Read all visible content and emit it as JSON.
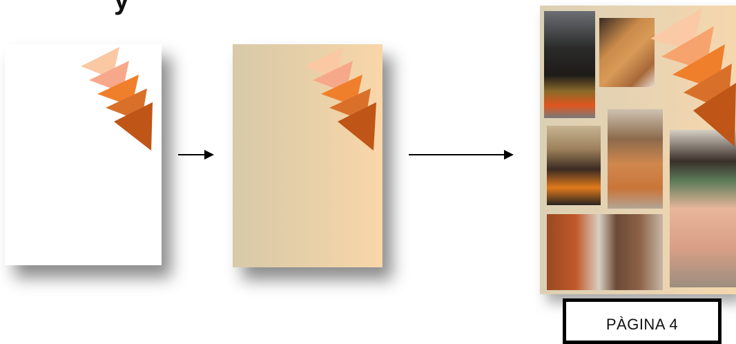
{
  "top_fragment_text": "y",
  "page_label": "PÀGINA 4",
  "colors": {
    "chevron_1": "#fbc8a4",
    "chevron_2": "#f7a06a",
    "chevron_3": "#f07f2c",
    "chevron_4": "#d9702a",
    "chevron_5": "#bf5516",
    "arrow": "#000000",
    "page2_gradient_left": "#d8caa8",
    "page2_gradient_right": "#f9d6a9"
  },
  "icons": {
    "arrow_1": "right-arrow-icon",
    "arrow_2": "right-arrow-icon",
    "chevron_group": "stacked-triangles-icon"
  },
  "collage_photos": [
    "dress-photo",
    "jacket-photo",
    "sunglasses-portrait-photo",
    "backless-dress-photo",
    "long-dress-model-photo",
    "autumn-portrait-photo"
  ]
}
